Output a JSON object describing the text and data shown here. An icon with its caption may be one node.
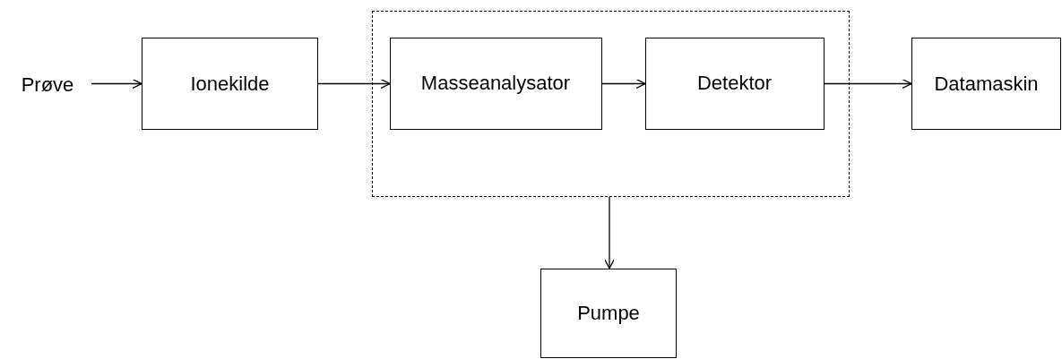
{
  "diagram": {
    "nodes": [
      {
        "text": [
          "Prøve"
        ]
      },
      {
        "text": [
          "Ionekilde"
        ]
      },
      {
        "text": [],
        "shape": "box"
      },
      {
        "text": [
          "Masseanalysator"
        ],
        "in": 2
      },
      {
        "text": [
          "Detektor"
        ],
        "in": 2
      },
      {
        "text": [
          "Datamaskin"
        ]
      },
      {
        "text": [
          "Pumpe"
        ]
      }
    ],
    "edges": [
      {
        "from": 0,
        "to": 1,
        "arrow": "to"
      },
      {
        "from": 1,
        "to": 3,
        "arrow": "to"
      },
      {
        "from": 3,
        "to": 4,
        "arrow": "to"
      },
      {
        "from": 4,
        "to": 5,
        "arrow": "to"
      },
      {
        "from": 2,
        "to": 6,
        "arrow": "to"
      }
    ]
  }
}
